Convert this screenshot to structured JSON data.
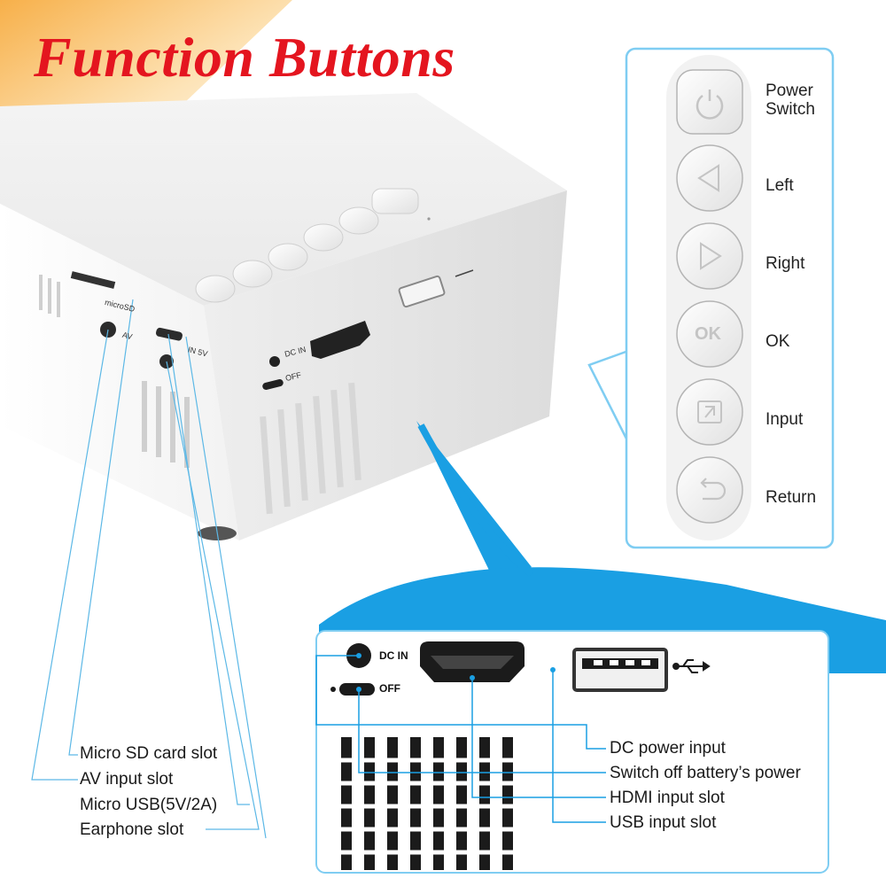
{
  "title": "Function Buttons",
  "buttons_panel": {
    "items": [
      {
        "label": "Power\nSwitch",
        "icon": "power-icon"
      },
      {
        "label": "Left",
        "icon": "triangle-left-icon"
      },
      {
        "label": "Right",
        "icon": "triangle-right-icon"
      },
      {
        "label": "OK",
        "icon": "ok-icon"
      },
      {
        "label": "Input",
        "icon": "input-icon"
      },
      {
        "label": "Return",
        "icon": "return-icon"
      }
    ],
    "ok_glyph": "OK"
  },
  "ports_panel": {
    "dc_in_mark": "DC IN",
    "off_mark": "OFF",
    "labels": [
      "DC power input",
      "Switch off battery’s power",
      "HDMI input slot",
      "USB input slot"
    ]
  },
  "projector_marks": {
    "microsd": "microSD",
    "av": "AV",
    "in5v": "IN 5V",
    "dc_in": "DC IN",
    "off": "OFF"
  },
  "side_labels": [
    "Micro SD card slot",
    "AV input slot",
    "Micro USB(5V/2A)",
    "Earphone slot"
  ],
  "colors": {
    "title": "#e4151f",
    "callout_blue": "#1a9fe3",
    "panel_border": "#7fcdf2",
    "line": "#5cb8e6"
  }
}
